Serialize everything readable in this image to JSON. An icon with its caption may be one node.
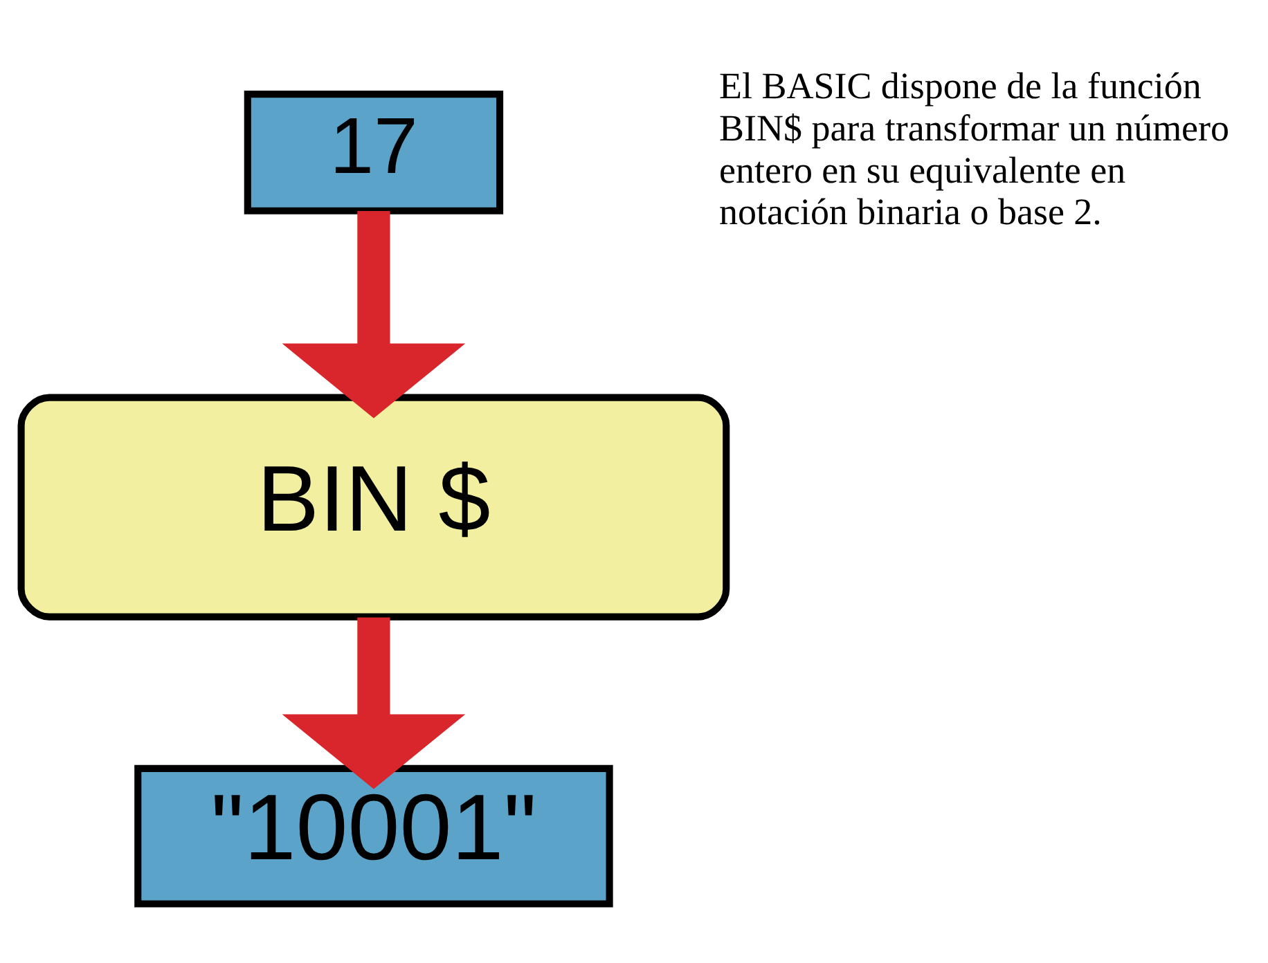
{
  "diagram": {
    "nodes": [
      {
        "text": [
          "17"
        ]
      },
      {
        "text": [
          "BIN $"
        ]
      },
      {
        "text": [
          "\"10001\""
        ]
      }
    ],
    "edges": [
      {
        "from": 0,
        "to": 1,
        "arrow": "to"
      },
      {
        "from": 1,
        "to": 2,
        "arrow": "to"
      }
    ],
    "labels": [
      "El BASIC dispone de la función BIN$ para transformar un número entero en su equivalente en notación binaria o base 2."
    ]
  }
}
